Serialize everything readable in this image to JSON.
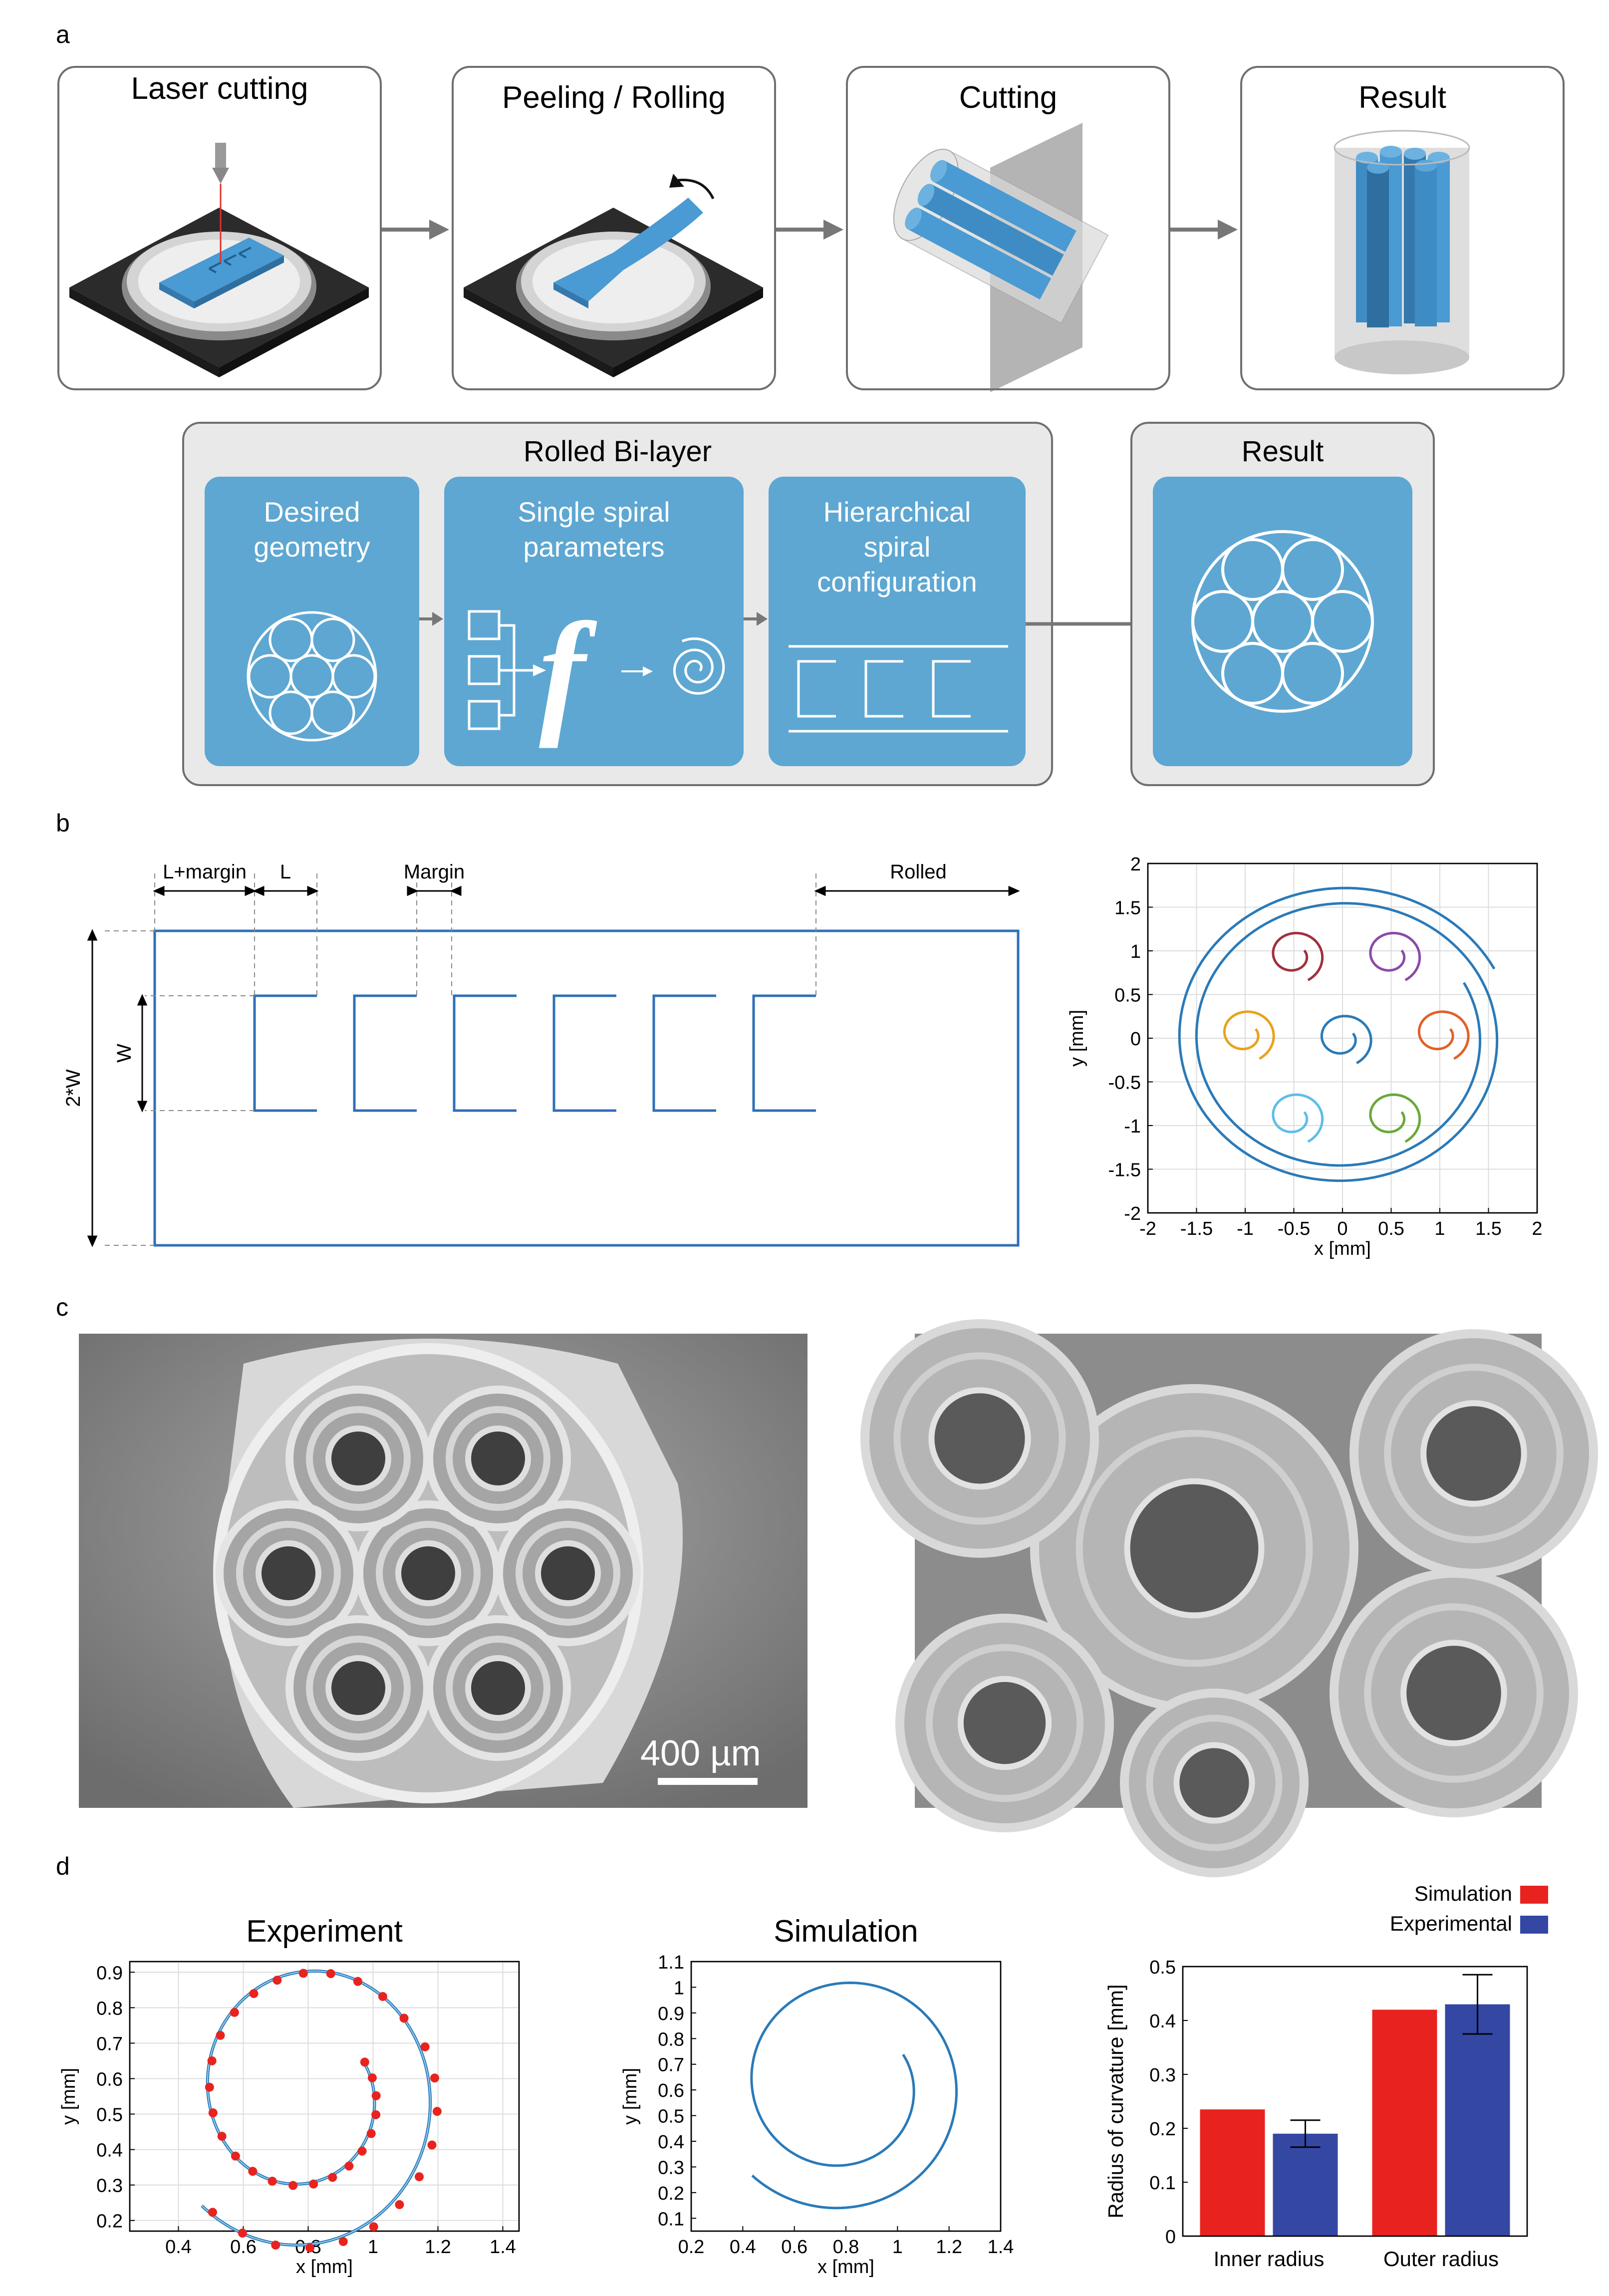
{
  "panel_letters": {
    "a": "a",
    "b": "b",
    "c": "c",
    "d": "d"
  },
  "panel_a": {
    "steps": [
      {
        "title": "Laser cutting"
      },
      {
        "title": "Peeling / Rolling"
      },
      {
        "title": "Cutting"
      },
      {
        "title": "Result"
      }
    ],
    "workflow": {
      "group_title": "Rolled Bi-layer",
      "boxes": [
        {
          "title": "Desired\ngeometry"
        },
        {
          "title": "Single spiral\nparameters"
        },
        {
          "title": "Hierarchical\nspiral\nconfiguration"
        }
      ],
      "result_title": "Result",
      "function_symbol": "f"
    },
    "colors": {
      "accent_blue": "#5ea7d2",
      "device_blue": "#3f8cc4",
      "arrow_gray": "#777777"
    }
  },
  "panel_b": {
    "pattern_labels": {
      "l_margin": "L+margin",
      "l": "L",
      "margin": "Margin",
      "rolled": "Rolled",
      "two_w": "2*W",
      "w": "W"
    },
    "pattern_cut_count": 6,
    "line_color": "#2f6fb8"
  },
  "chart_data": [
    {
      "type": "line",
      "xlabel": "x [mm]",
      "ylabel": "y [mm]",
      "xlim": [
        -2,
        2
      ],
      "ylim": [
        -2,
        2
      ],
      "xticks": [
        "-2",
        "-1.5",
        "-1",
        "-0.5",
        "0",
        "0.5",
        "1",
        "1.5",
        "2"
      ],
      "yticks": [
        "-2",
        "-1.5",
        "-1",
        "-0.5",
        "0",
        "0.5",
        "1",
        "1.5",
        "2"
      ],
      "grid": true,
      "series": [
        {
          "cx": 0,
          "cy": 0,
          "r_start": 0.12,
          "r_end": 0.32,
          "turns": 1.25,
          "color": "#2a7ab8"
        },
        {
          "cx": -0.5,
          "cy": 0.95,
          "r_start": 0.12,
          "r_end": 0.32,
          "turns": 1.25,
          "color": "#a0303f"
        },
        {
          "cx": 0.5,
          "cy": 0.95,
          "r_start": 0.12,
          "r_end": 0.32,
          "turns": 1.25,
          "color": "#8a4aa8"
        },
        {
          "cx": -1.0,
          "cy": 0.05,
          "r_start": 0.12,
          "r_end": 0.32,
          "turns": 1.25,
          "color": "#e8a21e"
        },
        {
          "cx": 1.0,
          "cy": 0.05,
          "r_start": 0.12,
          "r_end": 0.32,
          "turns": 1.25,
          "color": "#e0602a"
        },
        {
          "cx": -0.5,
          "cy": -0.9,
          "r_start": 0.12,
          "r_end": 0.32,
          "turns": 1.25,
          "color": "#5fbde6"
        },
        {
          "cx": 0.5,
          "cy": -0.9,
          "r_start": 0.12,
          "r_end": 0.32,
          "turns": 1.25,
          "color": "#6aa83a"
        },
        {
          "cx": 0,
          "cy": 0,
          "r_start": 1.4,
          "r_end": 1.75,
          "turns": 2.0,
          "color": "#2a7ab8"
        }
      ]
    },
    {
      "type": "scatter",
      "title": "Experiment",
      "xlabel": "x [mm]",
      "ylabel": "y [mm]",
      "xlim": [
        0.25,
        1.45
      ],
      "ylim": [
        0.17,
        0.93
      ],
      "xticks": [
        "0.4",
        "0.6",
        "0.8",
        "1",
        "1.2",
        "1.4"
      ],
      "yticks": [
        "0.2",
        "0.3",
        "0.4",
        "0.5",
        "0.6",
        "0.7",
        "0.8",
        "0.9"
      ],
      "grid": true,
      "spiral": {
        "cx": 0.79,
        "cy": 0.56,
        "r_start": 0.2,
        "r_end": 0.45,
        "turns": 1.45
      },
      "marker_color": "#e8231f",
      "line_color": "#2a7ab8"
    },
    {
      "type": "line",
      "title": "Simulation",
      "xlabel": "x [mm]",
      "ylabel": "y [mm]",
      "xlim": [
        0.2,
        1.4
      ],
      "ylim": [
        0.05,
        1.1
      ],
      "xticks": [
        "0.2",
        "0.4",
        "0.6",
        "0.8",
        "1",
        "1.2",
        "1.4"
      ],
      "yticks": [
        "0.1",
        "0.2",
        "0.3",
        "0.4",
        "0.5",
        "0.6",
        "0.7",
        "0.8",
        "0.9",
        "1",
        "1.1"
      ],
      "grid": false,
      "spiral": {
        "cx": 0.79,
        "cy": 0.62,
        "r_start": 0.26,
        "r_end": 0.5,
        "turns": 1.45
      },
      "line_color": "#2a7ab8"
    },
    {
      "type": "bar",
      "ylabel": "Radius of curvature [mm]",
      "categories": [
        "Inner radius",
        "Outer radius"
      ],
      "ylim": [
        0,
        0.5
      ],
      "yticks": [
        "0",
        "0.1",
        "0.2",
        "0.3",
        "0.4",
        "0.5"
      ],
      "series": [
        {
          "name": "Simulation",
          "values": [
            0.235,
            0.42
          ],
          "color": "#e8231f"
        },
        {
          "name": "Experimental",
          "values": [
            0.19,
            0.43
          ],
          "errors": [
            0.025,
            0.055
          ],
          "color": "#3447a3"
        }
      ],
      "legend": "top-right"
    }
  ],
  "panel_c": {
    "scale_bar": "400 µm"
  }
}
